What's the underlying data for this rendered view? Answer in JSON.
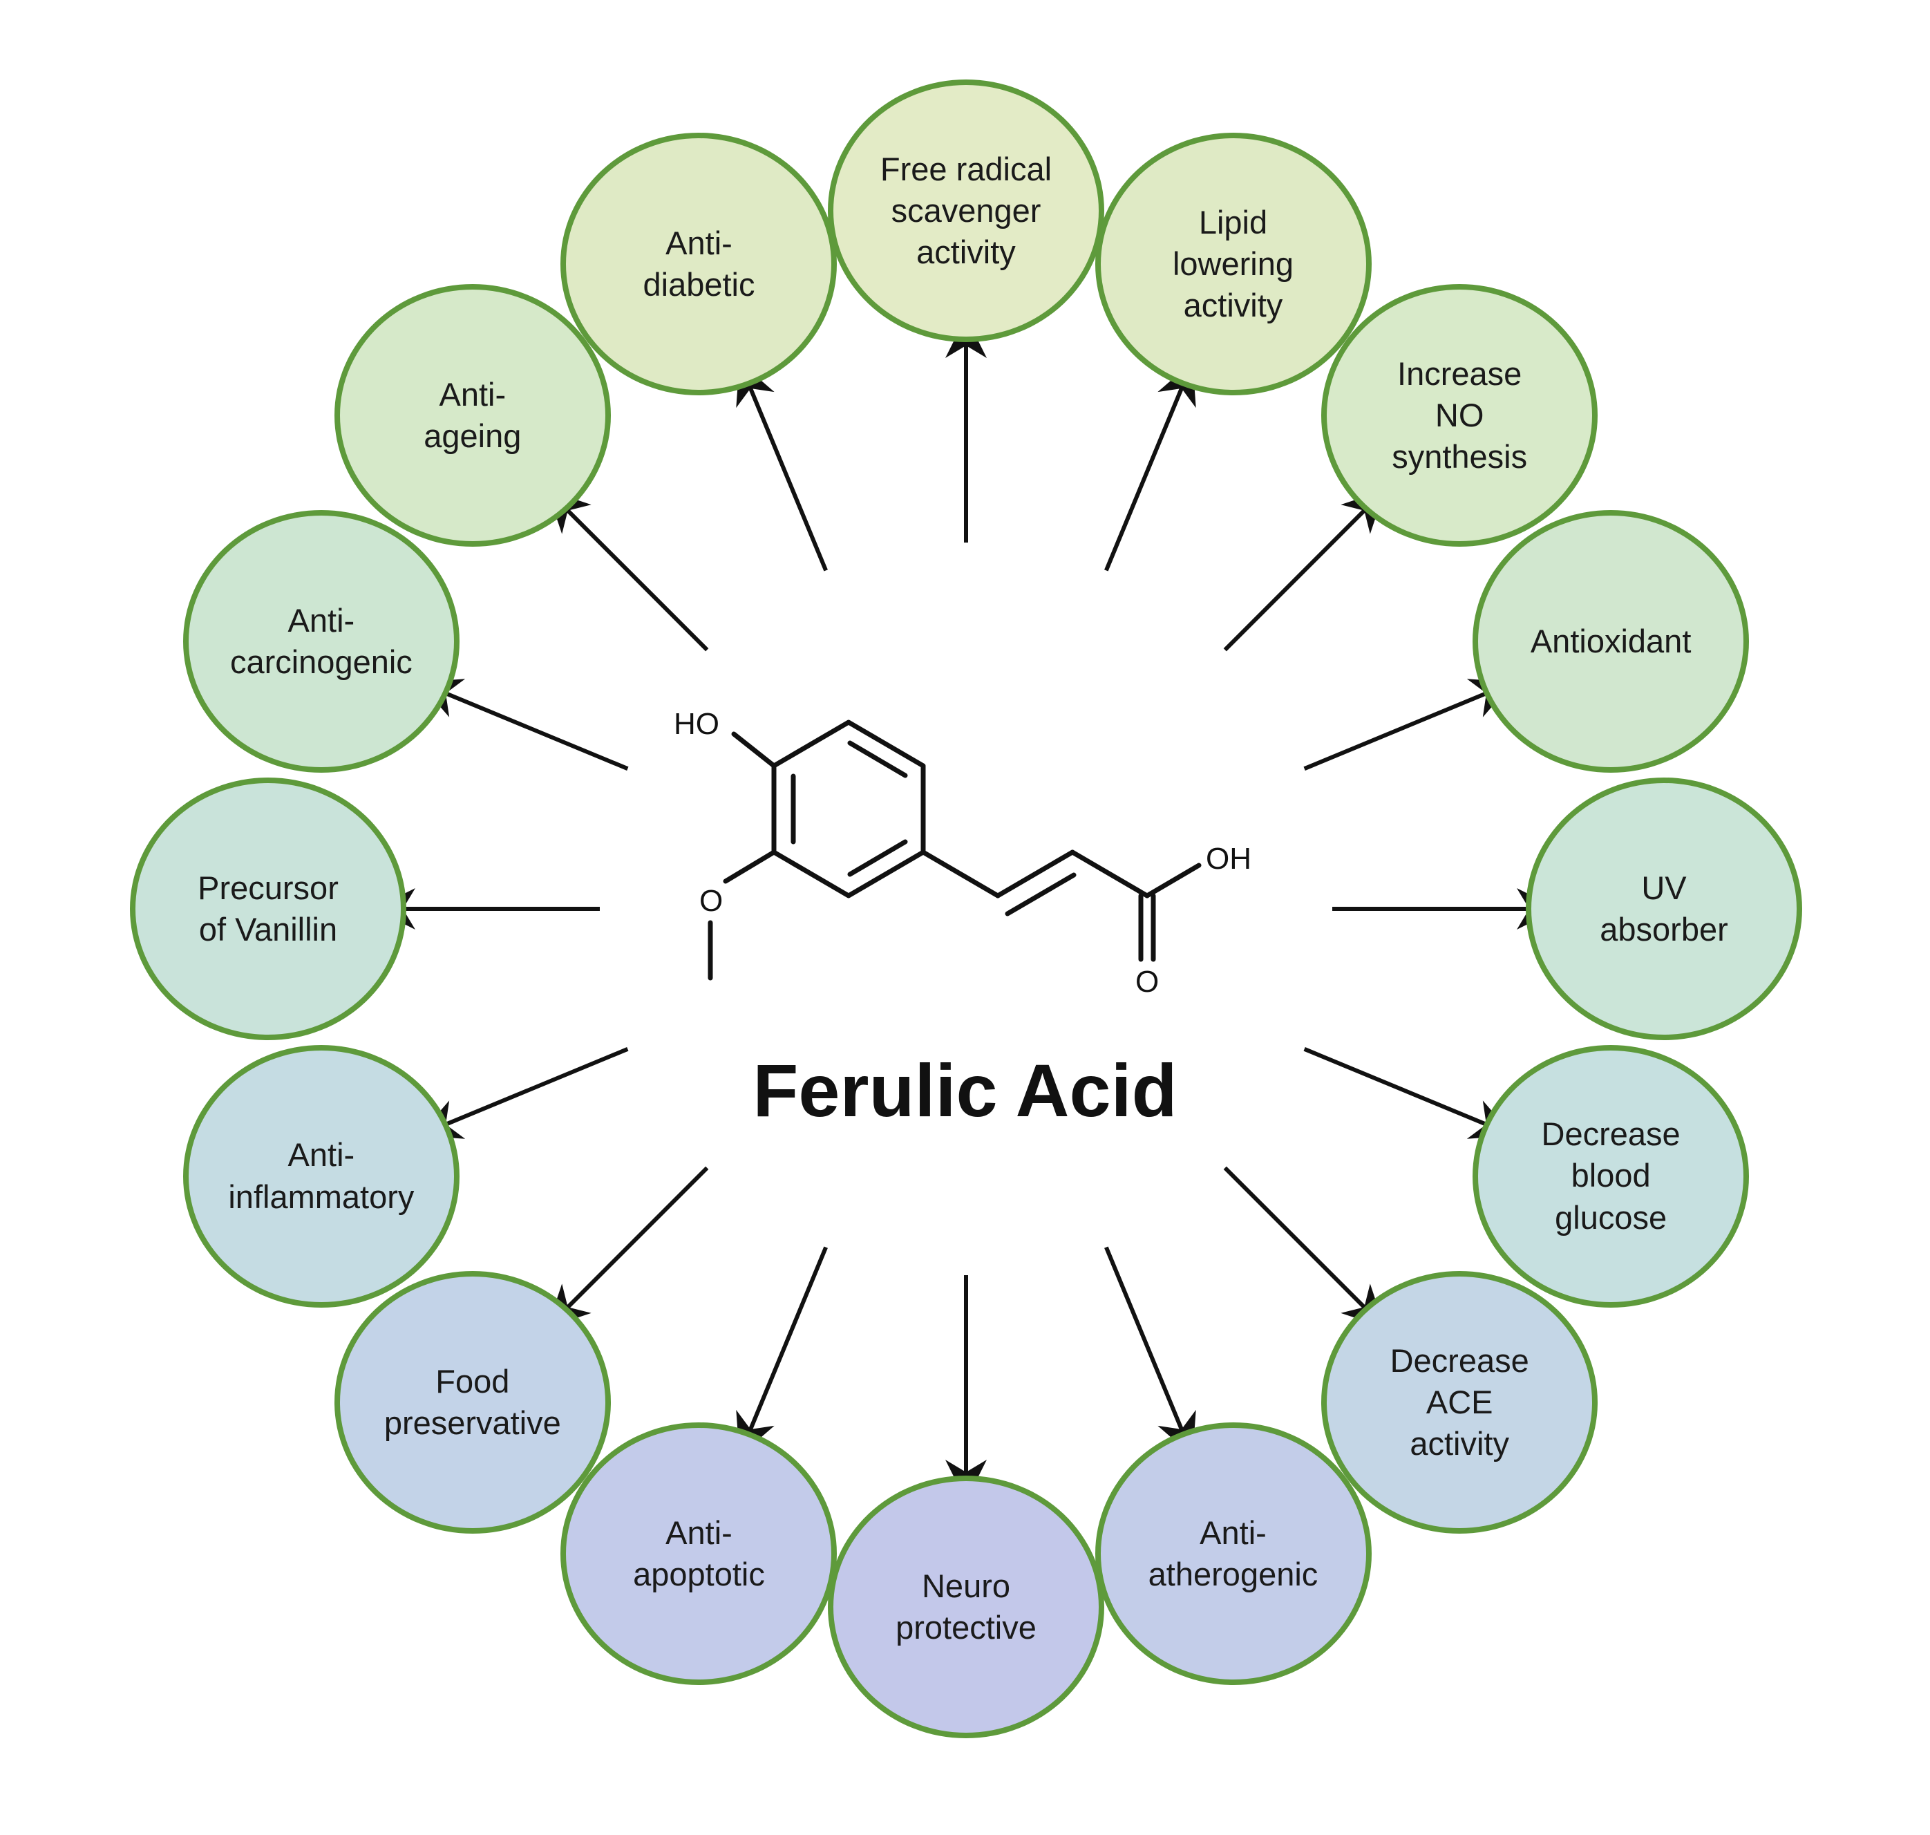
{
  "center": {
    "title": "Ferulic Acid",
    "atom_labels": {
      "hydroxyl": "HO",
      "methoxy_oxygen": "O",
      "acid_hydroxyl": "OH",
      "carbonyl_oxygen": "O"
    }
  },
  "colors": {
    "node_border": "#5e9a3b",
    "arrow": "#111111",
    "text": "#1a1a1a"
  },
  "effects": [
    {
      "id": "free-radical-scavenger-activity",
      "label": "Free radical\nscavenger\nactivity",
      "fill": "#e3ebc6"
    },
    {
      "id": "lipid-lowering-activity",
      "label": "Lipid\nlowering\nactivity",
      "fill": "#dfeac5"
    },
    {
      "id": "increase-no-synthesis",
      "label": "Increase\nNO\nsynthesis",
      "fill": "#d8eac9"
    },
    {
      "id": "antioxidant",
      "label": "Antioxidant",
      "fill": "#d1e7cf"
    },
    {
      "id": "uv-absorber",
      "label": "UV\nabsorber",
      "fill": "#cbe5d8"
    },
    {
      "id": "decrease-blood-glucose",
      "label": "Decrease\nblood\nglucose",
      "fill": "#c6e0e0"
    },
    {
      "id": "decrease-ace-activity",
      "label": "Decrease\nACE\nactivity",
      "fill": "#c4d6e6"
    },
    {
      "id": "anti-atherogenic",
      "label": "Anti-\natherogenic",
      "fill": "#c3cde9"
    },
    {
      "id": "neuro-protective",
      "label": "Neuro\nprotective",
      "fill": "#c3c8ea"
    },
    {
      "id": "anti-apoptotic",
      "label": "Anti-\napoptotic",
      "fill": "#c3cbea"
    },
    {
      "id": "food-preservative",
      "label": "Food\npreservative",
      "fill": "#c3d3e8"
    },
    {
      "id": "anti-inflammatory",
      "label": "Anti-\ninflammatory",
      "fill": "#c5dce3"
    },
    {
      "id": "precursor-of-vanillin",
      "label": "Precursor\nof Vanillin",
      "fill": "#c9e3da"
    },
    {
      "id": "anti-carcinogenic",
      "label": "Anti-\ncarcinogenic",
      "fill": "#cde6d2"
    },
    {
      "id": "anti-ageing",
      "label": "Anti-\nageing",
      "fill": "#d6e9c9"
    },
    {
      "id": "anti-diabetic",
      "label": "Anti-\ndiabetic",
      "fill": "#dfeac5"
    }
  ]
}
